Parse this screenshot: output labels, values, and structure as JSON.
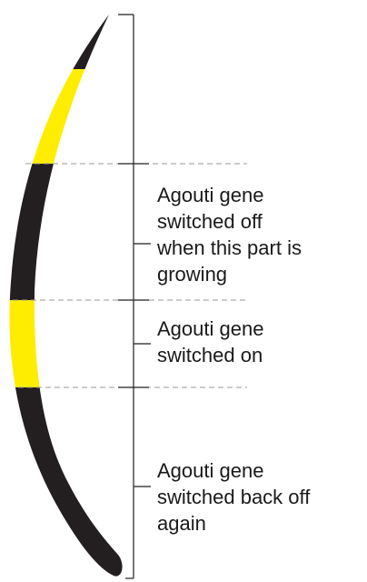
{
  "colors": {
    "hair_dark": "#231f20",
    "hair_band": "#ffed00",
    "guide_line": "#9a9a9a",
    "bracket_line": "#231f20",
    "text": "#1a1a1a"
  },
  "hair": {
    "segments": [
      {
        "color": "dark",
        "note": "tip"
      },
      {
        "color": "yellow"
      },
      {
        "color": "dark"
      },
      {
        "color": "yellow"
      },
      {
        "color": "dark",
        "note": "base"
      }
    ]
  },
  "labels": [
    {
      "lines": [
        "Agouti gene",
        "switched off",
        "when this part is",
        "growing"
      ]
    },
    {
      "lines": [
        "Agouti gene",
        "switched on"
      ]
    },
    {
      "lines": [
        "Agouti gene",
        "switched back off",
        "again"
      ]
    }
  ]
}
